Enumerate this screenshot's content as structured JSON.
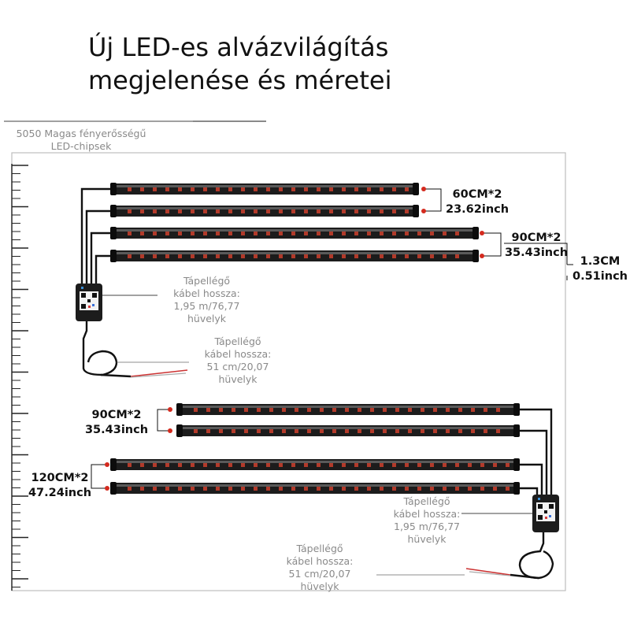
{
  "title": {
    "line1": "Új LED-es alvázvilágítás",
    "line2": "megjelenése és méretei"
  },
  "chip_label": {
    "line1": "5050 Magas fényerősségű",
    "line2": "LED-chipsek"
  },
  "power_cable_long": {
    "line1": "Tápellégő",
    "line2": "kábel hossza:",
    "line3": "1,95 m/76,77",
    "line4": "hüvelyk"
  },
  "power_cable_short": {
    "line1": "Tápellégő",
    "line2": "kábel hossza:",
    "line3": "51 cm/20,07",
    "line4": "hüvelyk"
  },
  "dimensions": {
    "strip_60": {
      "cm": "60CM*2",
      "inch": "23.62inch"
    },
    "strip_90": {
      "cm": "90CM*2",
      "inch": "35.43inch"
    },
    "strip_120": {
      "cm": "120CM*2",
      "inch": "47.24inch"
    },
    "width": {
      "cm": "1.3CM",
      "inch": "0.51inch"
    }
  },
  "colors": {
    "strip_body": "#1c1c1c",
    "led_red": "#b23a2a",
    "marker_red": "#d42a1e",
    "wire": "#111111",
    "gray_text": "#8a8a8a",
    "ruler": "#222222",
    "frame": "#bdbdbd"
  },
  "icons": {
    "controller": "bluetooth-controller-icon",
    "qr": "qr-code-icon"
  }
}
